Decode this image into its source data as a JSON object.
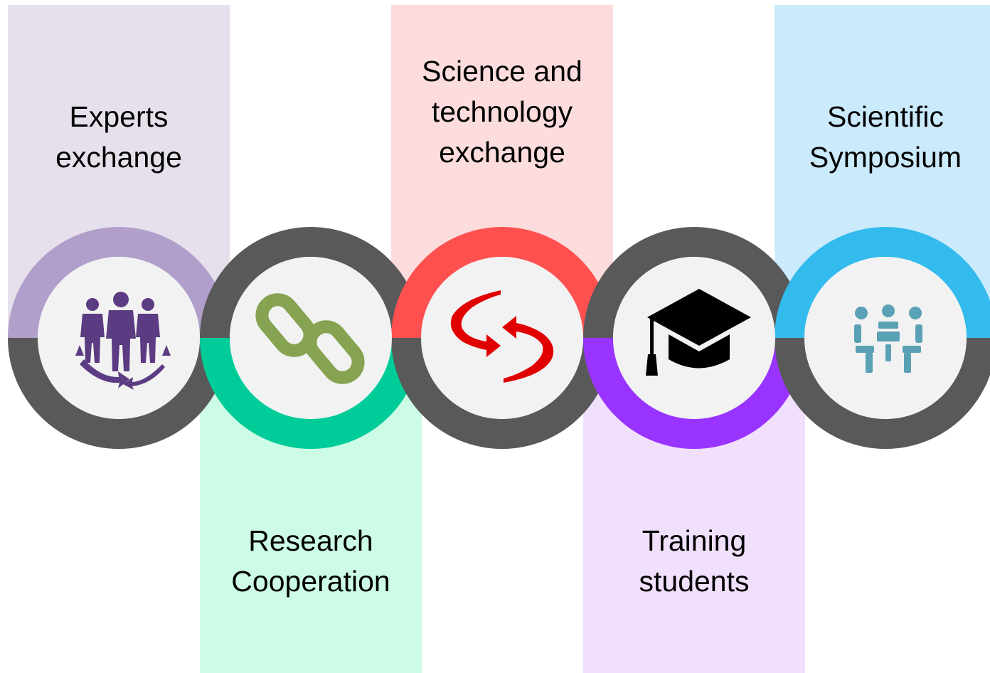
{
  "stages": [
    {
      "label": "Experts\nexchange",
      "panel_color": "#e6e0ec",
      "ring_color": "#b09fca",
      "icon": "people-exchange-icon",
      "icon_color": "#5b3b82"
    },
    {
      "label": "Research\nCooperation",
      "panel_color": "#ccfbe6",
      "ring_color": "#00cc99",
      "icon": "chain-link-icon",
      "icon_color": "#86a351"
    },
    {
      "label": "Science and\ntechnology\nexchange",
      "panel_color": "#fcdcdc",
      "ring_color": "#ff5050",
      "icon": "swap-arrows-icon",
      "icon_color": "#e00000"
    },
    {
      "label": "Training\nstudents",
      "panel_color": "#f0e0fc",
      "ring_color": "#9933ff",
      "icon": "graduation-cap-icon",
      "icon_color": "#000000"
    },
    {
      "label": "Scientific\nSymposium",
      "panel_color": "#cbeafb",
      "ring_color": "#33bbee",
      "icon": "meeting-icon",
      "icon_color": "#5aa1b6"
    }
  ],
  "colors": {
    "ring_gray": "#595959",
    "inner_circle": "#f2f2f2"
  }
}
